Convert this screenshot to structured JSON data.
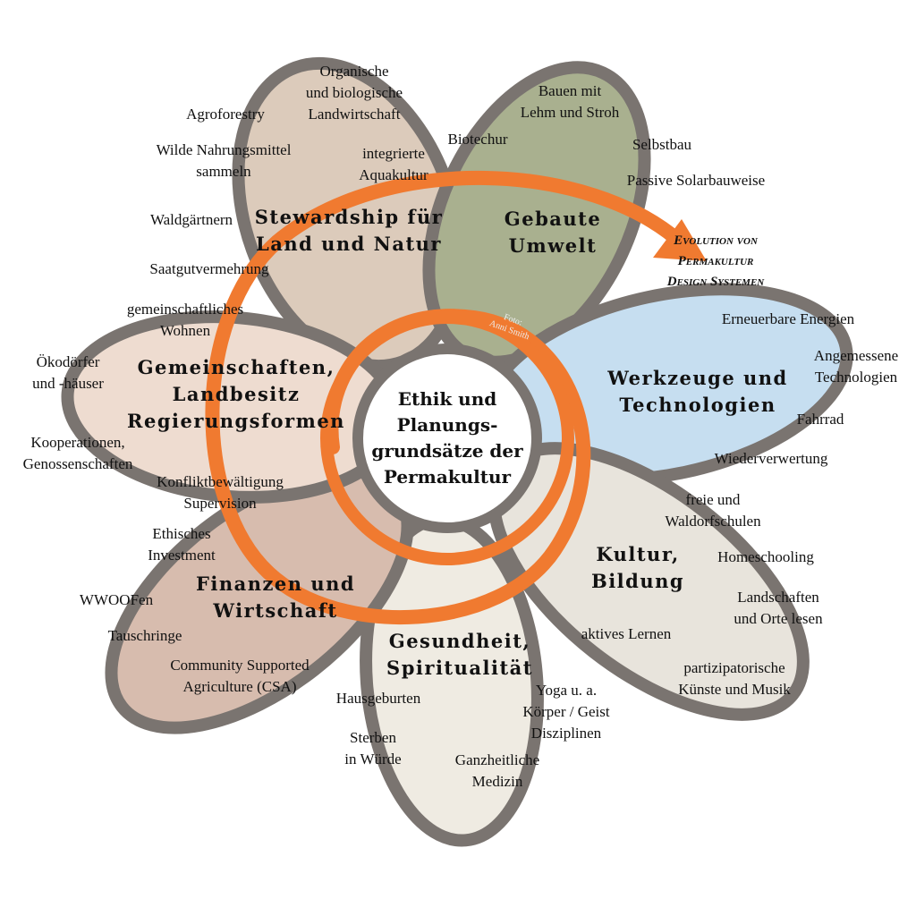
{
  "center": {
    "lines": [
      "Ethik und",
      "Planungs-",
      "grundsätze der",
      "Permakultur"
    ]
  },
  "evolution": {
    "lines": [
      "Evolution von",
      "Permakultur",
      "Design Systemen"
    ]
  },
  "photo_credit": {
    "lines": [
      "Foto:",
      "Anni Smith"
    ]
  },
  "colors": {
    "petal_outline": "#7a7470",
    "spiral": "#f07a30"
  },
  "petals": [
    {
      "title": [
        "Stewardship für",
        "Land und Natur"
      ],
      "items": [
        [
          "Organische",
          "und biologische",
          "Landwirtschaft"
        ],
        [
          "Agroforestry"
        ],
        [
          "Wilde Nahrungsmittel",
          "sammeln"
        ],
        [
          "integrierte",
          "Aquakultur"
        ],
        [
          "Waldgärtnern"
        ],
        [
          "Saatgutvermehrung"
        ]
      ]
    },
    {
      "title": [
        "Gebaute",
        "Umwelt"
      ],
      "items": [
        [
          "Bauen mit",
          "Lehm und Stroh"
        ],
        [
          "Biotechur"
        ],
        [
          "Selbstbau"
        ],
        [
          "Passive Solarbauweise"
        ]
      ]
    },
    {
      "title": [
        "Werkzeuge und",
        "Technologien"
      ],
      "items": [
        [
          "Erneuerbare Energien"
        ],
        [
          "Angemessene",
          "Technologien"
        ],
        [
          "Fahrrad"
        ],
        [
          "Wiederverwertung"
        ]
      ]
    },
    {
      "title": [
        "Kultur,",
        "Bildung"
      ],
      "items": [
        [
          "freie und",
          "Waldorfschulen"
        ],
        [
          "Homeschooling"
        ],
        [
          "Landschaften",
          "und Orte lesen"
        ],
        [
          "aktives Lernen"
        ],
        [
          "partizipatorische",
          "Künste und Musik"
        ]
      ]
    },
    {
      "title": [
        "Gesundheit,",
        "Spiritualität"
      ],
      "items": [
        [
          "Hausgeburten"
        ],
        [
          "Yoga u. a.",
          "Körper / Geist",
          "Disziplinen"
        ],
        [
          "Sterben",
          "in Würde"
        ],
        [
          "Ganzheitliche",
          "Medizin"
        ]
      ]
    },
    {
      "title": [
        "Finanzen und",
        "Wirtschaft"
      ],
      "items": [
        [
          "Ethisches",
          "Investment"
        ],
        [
          "WWOOFen"
        ],
        [
          "Tauschringe"
        ],
        [
          "Community Supported",
          "Agriculture (CSA)"
        ]
      ]
    },
    {
      "title": [
        "Gemeinschaften,",
        "Landbesitz",
        "Regierungsformen"
      ],
      "items": [
        [
          "gemeinschaftliches",
          "Wohnen"
        ],
        [
          "Ökodörfer",
          "und -häuser"
        ],
        [
          "Kooperationen,",
          "Genossenschaften"
        ],
        [
          "Konfliktbewältigung",
          "Supervision"
        ]
      ]
    }
  ]
}
